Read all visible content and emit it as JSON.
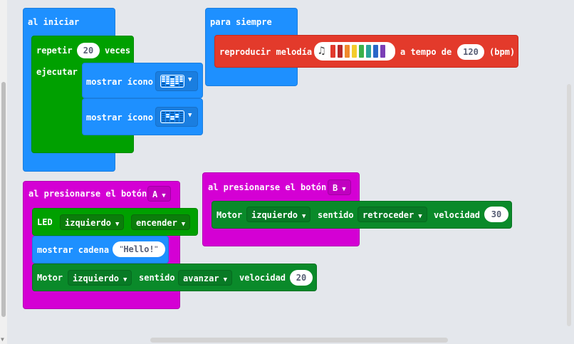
{
  "colors": {
    "basic_blue": "#1e90ff",
    "loops_green": "#00a000",
    "music_red": "#e33a2b",
    "input_magenta": "#d400d4",
    "motor_green": "#0a8a2a",
    "workspace_bg": "#fbfcfd"
  },
  "on_start": {
    "label": "al iniciar",
    "repeat": {
      "repeat_label": "repetir",
      "count": "20",
      "times_label": "veces",
      "do_label": "ejecutar",
      "show_icon_1": {
        "label": "mostrar ícono",
        "icon": "heart-icon"
      },
      "show_icon_2": {
        "label": "mostrar ícono",
        "icon": "small-heart-icon"
      }
    }
  },
  "forever": {
    "label": "para siempre",
    "play_melody": {
      "label": "reproducir melodía",
      "music_icon": "music-note-icon",
      "tempo_label": "a tempo de",
      "tempo_value": "120",
      "unit": "(bpm)"
    }
  },
  "button_a": {
    "label": "al presionarse el botón",
    "button": "A",
    "led": {
      "label": "LED",
      "side": "izquierdo",
      "state": "encender"
    },
    "show_string": {
      "label": "mostrar cadena",
      "value": "Hello!"
    },
    "motor": {
      "label": "Motor",
      "side": "izquierdo",
      "direction_label": "sentido",
      "direction": "avanzar",
      "speed_label": "velocidad",
      "speed": "20"
    }
  },
  "button_b": {
    "label": "al presionarse el botón",
    "button": "B",
    "motor": {
      "label": "Motor",
      "side": "izquierdo",
      "direction_label": "sentido",
      "direction": "retroceder",
      "speed_label": "velocidad",
      "speed": "30"
    }
  }
}
